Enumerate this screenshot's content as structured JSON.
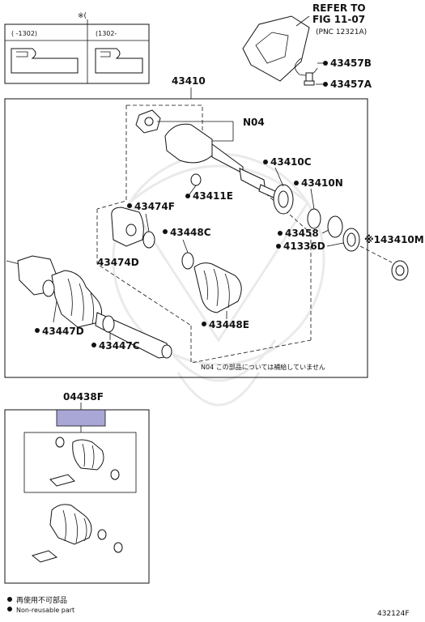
{
  "inset": {
    "note_mark": "※(",
    "left_range": "(    -1302)",
    "right_range": "(1302-    "
  },
  "refer": {
    "line1": "REFER TO",
    "line2": "FIG 11-07",
    "line3": "(PNC 12321A)"
  },
  "labels": {
    "p43457b": "43457B",
    "p43457a": "43457A",
    "p43410": "43410",
    "n04": "N04",
    "p43410c": "43410C",
    "p43410n": "43410N",
    "p43411e": "43411E",
    "p43474f": "43474F",
    "p43474d": "43474D",
    "p43448c": "43448C",
    "p43458": "43458",
    "p41336d": "41336D",
    "p43410m": "※143410M",
    "p43447d": "43447D",
    "p43448e": "43448E",
    "p43447c": "43447C",
    "p04438f": "04438F"
  },
  "note_n04": "N04  この部品については補給していません",
  "legend": {
    "jp": "再使用不可部品",
    "en": "Non-reusable part"
  },
  "figure_number": "432124F",
  "colors": {
    "kit_highlight": "#a9a7d6",
    "ink": "#111111"
  }
}
